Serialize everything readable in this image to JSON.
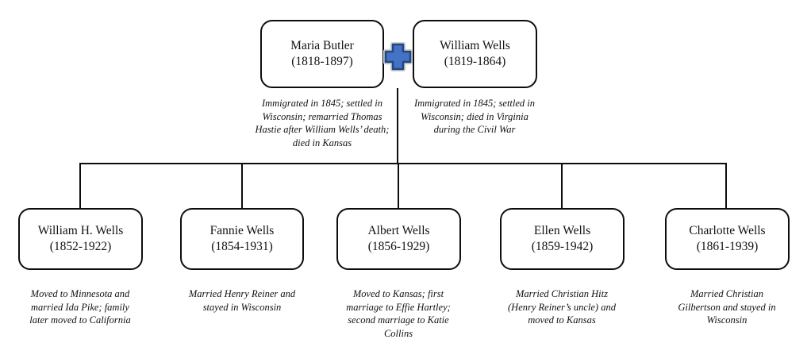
{
  "diagram": {
    "type": "family-tree",
    "colors": {
      "plus_fill": "#4472C4",
      "plus_border": "#24477F",
      "plus_rim": "#D2D2D2",
      "line": "#0D0D0D",
      "box_border": "#0D0D0D"
    },
    "marriage_icon": "plus-icon",
    "parents": [
      {
        "name": "Maria Butler",
        "years": "(1818-1897)",
        "note": [
          "Immigrated in 1845; settled in",
          "Wisconsin; remarried Thomas",
          "Hastie after William Wells’ death;",
          "died in Kansas"
        ]
      },
      {
        "name": "William Wells",
        "years": "(1819-1864)",
        "note": [
          "Immigrated in 1845; settled in",
          "Wisconsin; died in Virginia",
          "during the Civil War"
        ]
      }
    ],
    "children": [
      {
        "name": "William H. Wells",
        "years": "(1852-1922)",
        "note": [
          "Moved to Minnesota and",
          "married Ida Pike; family",
          "later moved to California"
        ]
      },
      {
        "name": "Fannie Wells",
        "years": "(1854-1931)",
        "note": [
          "Married Henry Reiner and",
          "stayed in Wisconsin"
        ]
      },
      {
        "name": "Albert Wells",
        "years": "(1856-1929)",
        "note": [
          "Moved to Kansas; first",
          "marriage to Effie Hartley;",
          "second marriage to Katie",
          "Collins"
        ]
      },
      {
        "name": "Ellen Wells",
        "years": "(1859-1942)",
        "note": [
          "Married Christian Hitz",
          "(Henry Reiner’s uncle) and",
          "moved to Kansas"
        ]
      },
      {
        "name": "Charlotte Wells",
        "years": "(1861-1939)",
        "note": [
          "Married Christian",
          "Gilbertson and stayed in",
          "Wisconsin"
        ]
      }
    ]
  }
}
